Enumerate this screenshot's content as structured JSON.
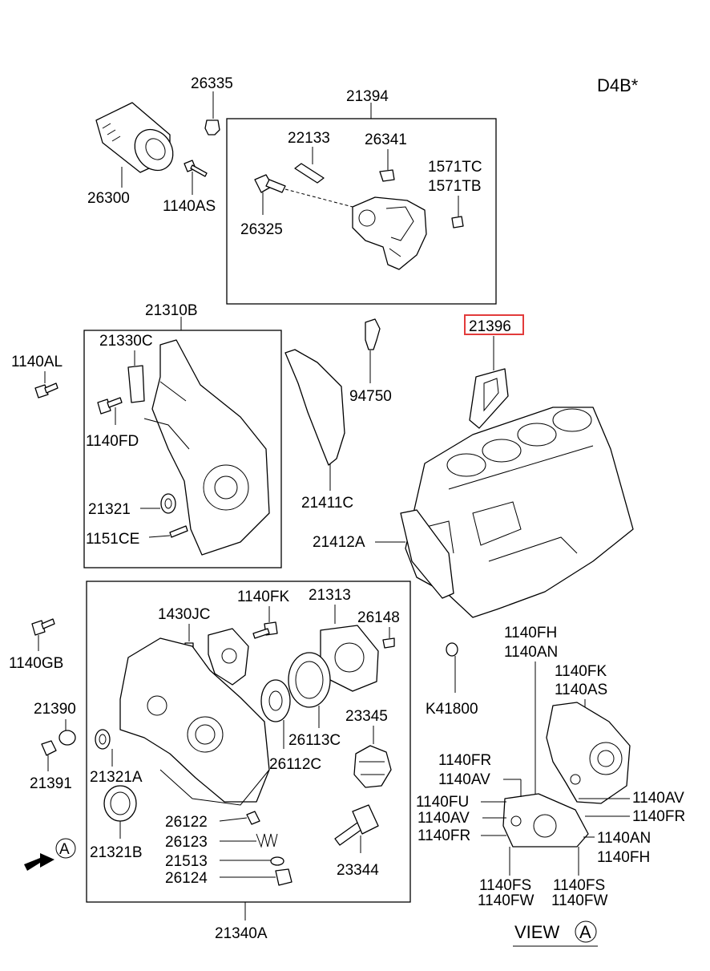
{
  "engine_code": "D4B*",
  "highlighted_part": "21396",
  "parts": {
    "p26335": "26335",
    "p26300": "26300",
    "p1140AS_a": "1140AS",
    "p21394": "21394",
    "p22133": "22133",
    "p26341": "26341",
    "p1571TC": "1571TC",
    "p1571TB": "1571TB",
    "p26325": "26325",
    "p21310B": "21310B",
    "p21330C": "21330C",
    "p1140AL": "1140AL",
    "p1140FD": "1140FD",
    "p21321": "21321",
    "p1151CE": "1151CE",
    "p94750": "94750",
    "p21411C": "21411C",
    "p21396": "21396",
    "p21412A": "21412A",
    "p1430JC": "1430JC",
    "p1140FK_a": "1140FK",
    "p21313": "21313",
    "p26148": "26148",
    "p1140GB": "1140GB",
    "p21390": "21390",
    "p21391": "21391",
    "p21321A": "21321A",
    "p21321B": "21321B",
    "p26113C": "26113C",
    "p26112C": "26112C",
    "p23345": "23345",
    "p26122": "26122",
    "p26123": "26123",
    "p21513": "21513",
    "p26124": "26124",
    "p23344": "23344",
    "p21340A": "21340A",
    "pK41800": "K41800",
    "pA": "A",
    "v1140FH_t": "1140FH",
    "v1140AN_t": "1140AN",
    "v1140FK": "1140FK",
    "v1140AS": "1140AS",
    "v1140FR_l": "1140FR",
    "v1140AV_l": "1140AV",
    "v1140FU": "1140FU",
    "v1140AV_l2": "1140AV",
    "v1140FR_l2": "1140FR",
    "v1140AV_r": "1140AV",
    "v1140FR_r": "1140FR",
    "v1140AN_r": "1140AN",
    "v1140FH_r": "1140FH",
    "v1140FS_a": "1140FS",
    "v1140FW_a": "1140FW",
    "v1140FS_b": "1140FS",
    "v1140FW_b": "1140FW"
  },
  "view": {
    "label": "VIEW",
    "letter": "A"
  }
}
